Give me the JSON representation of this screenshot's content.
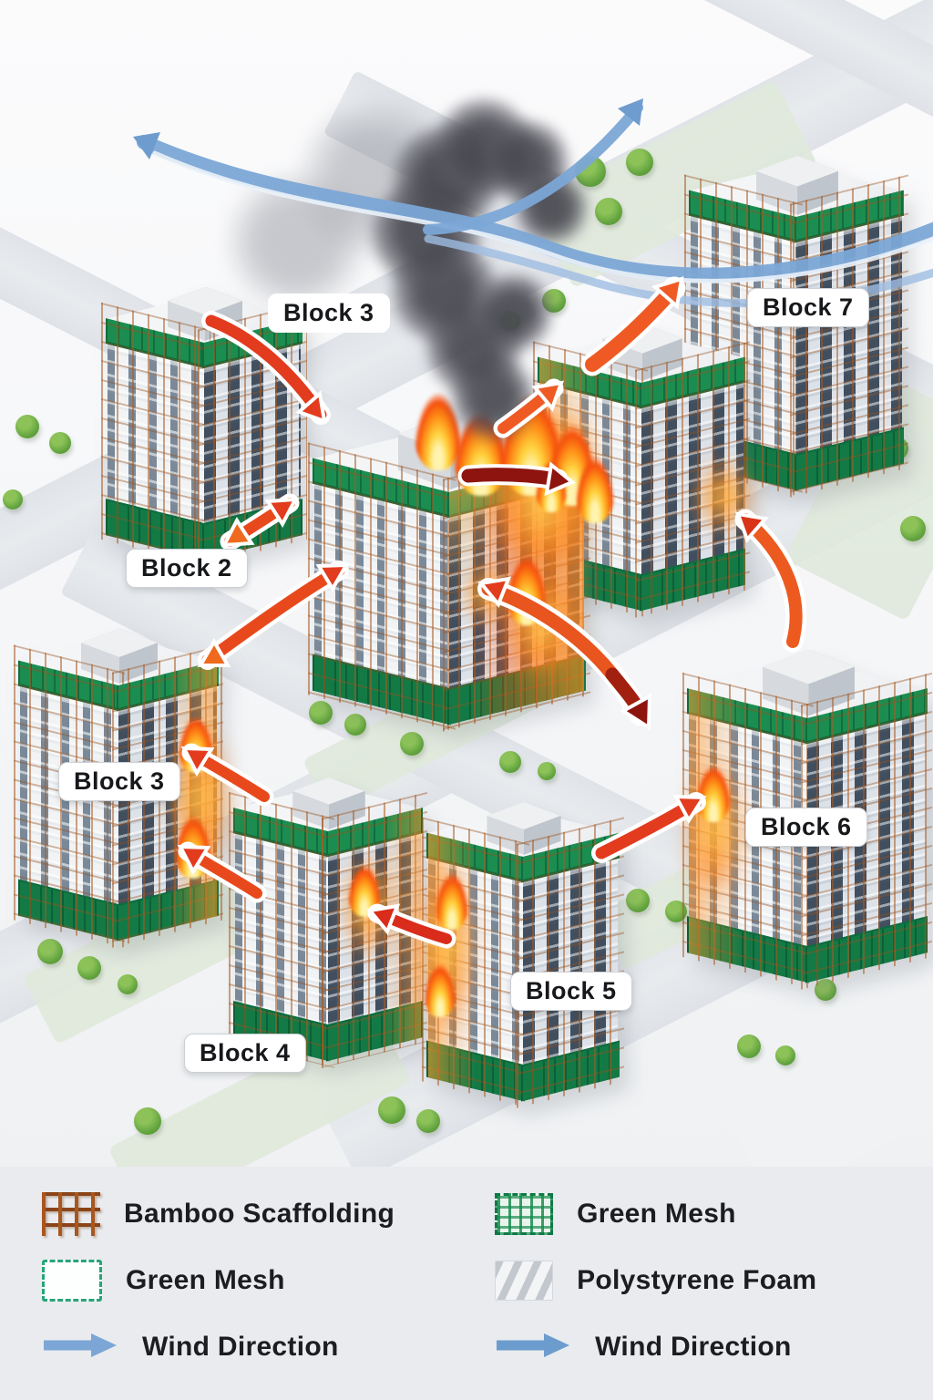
{
  "blocks": [
    {
      "text": "Block 3"
    },
    {
      "text": "Block 7"
    },
    {
      "text": "Block 2"
    },
    {
      "text": "Block 3"
    },
    {
      "text": "Block 6"
    },
    {
      "text": "Block 5"
    },
    {
      "text": "Block 4"
    }
  ],
  "legend": {
    "left": [
      {
        "icon": "bamboo-scaffolding-icon",
        "label": "Bamboo Scaffolding"
      },
      {
        "icon": "green-mesh-dashed-icon",
        "label": "Green Mesh"
      },
      {
        "icon": "wind-direction-arrow-icon",
        "label": "Wind Direction"
      }
    ],
    "right": [
      {
        "icon": "green-mesh-grid-icon",
        "label": "Green Mesh"
      },
      {
        "icon": "polystyrene-foam-icon",
        "label": "Polystyrene Foam"
      },
      {
        "icon": "wind-direction-arrow-icon",
        "label": "Wind Direction"
      }
    ]
  },
  "colors": {
    "fire_arrow": "#e23b1e",
    "fire_arrow_dark": "#8e1410",
    "wind_arrow": "#7ba6d6",
    "green_mesh": "#1b8d50",
    "scaffold": "#a8571f",
    "smoke": "#4b4b52",
    "legend_bg": "#e9ebee",
    "label_text": "#17181b"
  }
}
